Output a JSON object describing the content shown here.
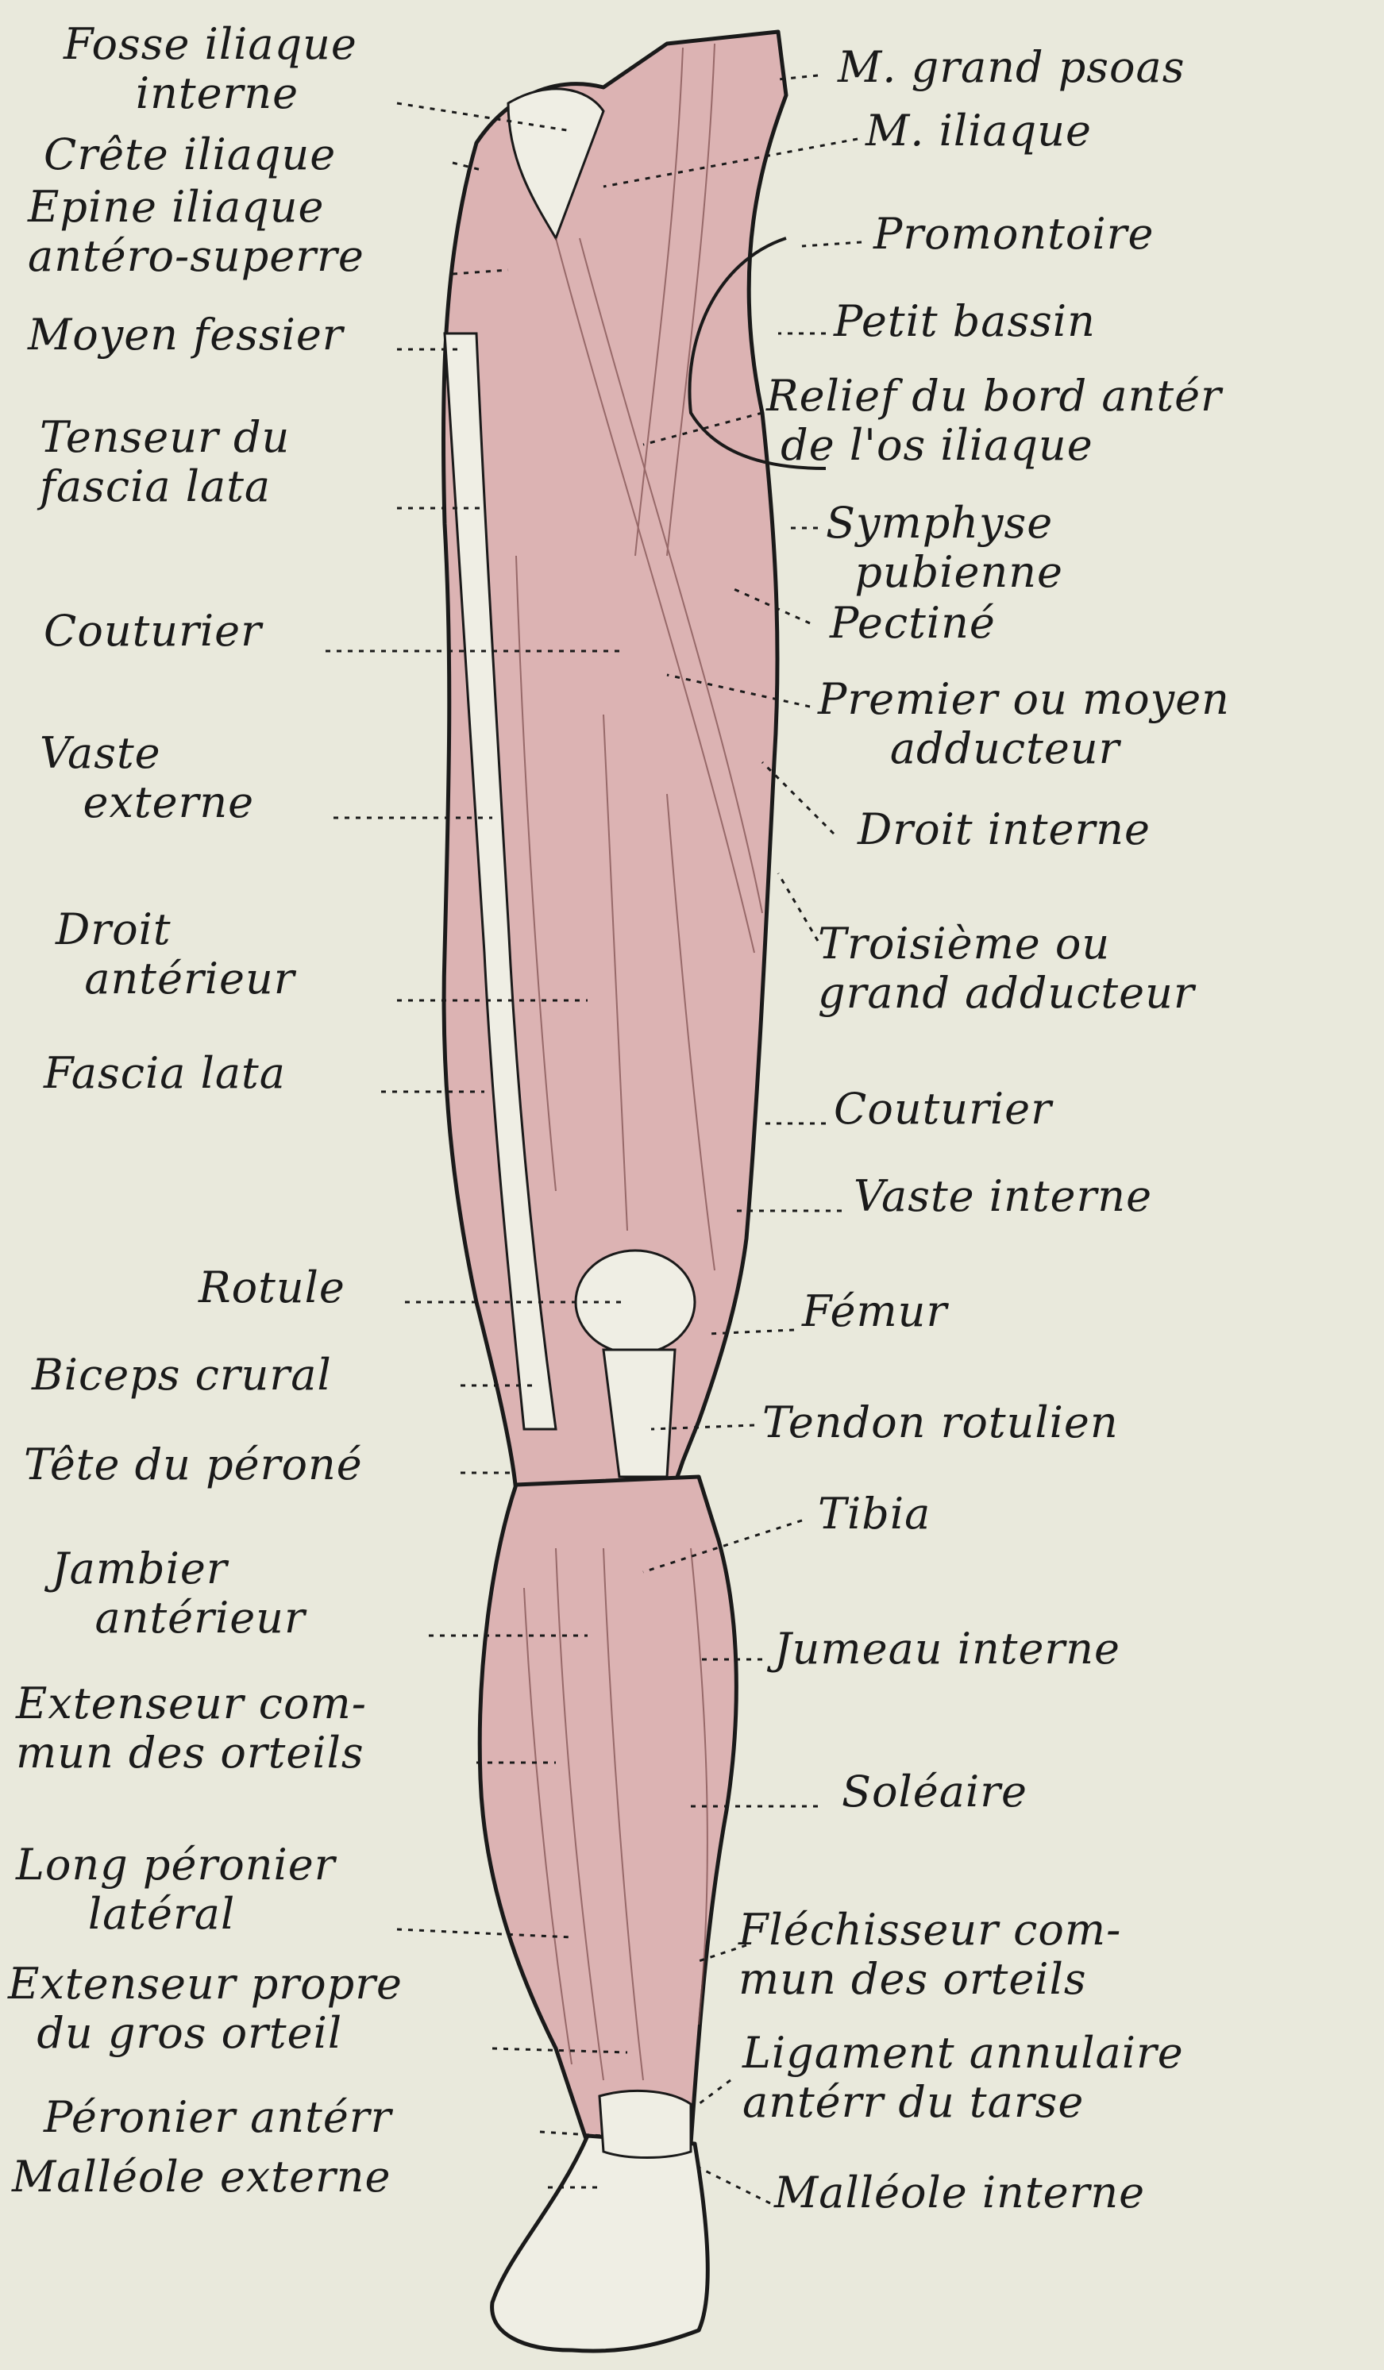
{
  "colors": {
    "paper": "#e9e9dc",
    "muscle": "#dcb3b3",
    "ink": "#1a1a1a",
    "tendon": "#efeee4"
  },
  "labels_left": {
    "fosse_iliaque": "Fosse iliaque\n     interne",
    "crete_iliaque": "Crête iliaque",
    "epine_iliaque": "Epine iliaque\nantéro-superre",
    "moyen_fessier": "Moyen fessier",
    "tenseur": "Tenseur du\nfascia lata",
    "couturier": "Couturier",
    "vaste_externe": "Vaste\n   externe",
    "droit_anterieur": "Droit\n  antérieur",
    "fascia_lata": "Fascia lata",
    "rotule": "Rotule",
    "biceps": "Biceps crural",
    "tete_perone": "Tête du péroné",
    "jambier": "Jambier\n   antérieur",
    "extenseur_commun": "Extenseur com-\nmun des orteils",
    "long_peronier": "Long péronier\n     latéral",
    "extenseur_propre": "Extenseur propre\n  du gros orteil",
    "peronier_anter": "Péronier antérr",
    "malleole_externe": "Malléole externe"
  },
  "labels_right": {
    "grand_psoas": "M. grand psoas",
    "iliaque": "M. iliaque",
    "promontoire": "Promontoire",
    "petit_bassin": "Petit bassin",
    "relief": "Relief du bord antér\n de l'os iliaque",
    "symphyse": "Symphyse\n  pubienne",
    "pectine": "Pectiné",
    "premier_adducteur": "Premier ou moyen\n     adducteur",
    "droit_interne": "Droit interne",
    "troisieme_adducteur": "Troisième ou\ngrand adducteur",
    "couturier": "Couturier",
    "vaste_interne": "Vaste interne",
    "femur": "Fémur",
    "tendon_rotulien": "Tendon rotulien",
    "tibia": "Tibia",
    "jumeau_interne": "Jumeau interne",
    "soleaire": "Soléaire",
    "flechisseur": "Fléchisseur com-\nmun des orteils",
    "ligament": "Ligament annulaire\nantérr du tarse",
    "malleole_interne": "Malléole interne"
  }
}
